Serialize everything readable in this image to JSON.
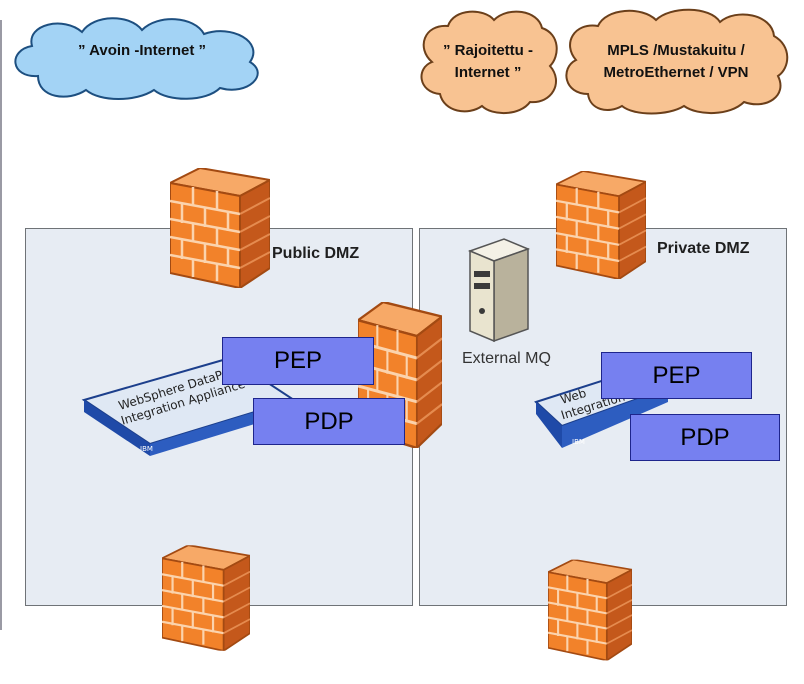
{
  "clouds": {
    "open_internet": "” Avoin -Internet ”",
    "restricted_internet_line1": "” Rajoitettu -",
    "restricted_internet_line2": "Internet ”",
    "mpls_line1": "MPLS /Mustakuitu /",
    "mpls_line2": "MetroEthernet / VPN"
  },
  "zones": {
    "public_label": "Public DMZ",
    "private_label": "Private DMZ"
  },
  "components": {
    "pep_left": "PEP",
    "pdp_left": "PDP",
    "pep_right": "PEP",
    "pdp_right": "PDP",
    "external_mq": "External MQ",
    "appliance_text_line1": "WebSphere DataPower",
    "appliance_text_line2": "Integration Appliance",
    "appliance_text_right_line1": "Web",
    "appliance_text_right_line2": "Integration",
    "appliance_brand": "IBM"
  },
  "colors": {
    "open_cloud": "#a3d3f5",
    "restricted_cloud": "#f8c392",
    "firewall": "#f2822a",
    "box_fill": "#7680f0",
    "zone_fill": "#e7ecf3"
  }
}
